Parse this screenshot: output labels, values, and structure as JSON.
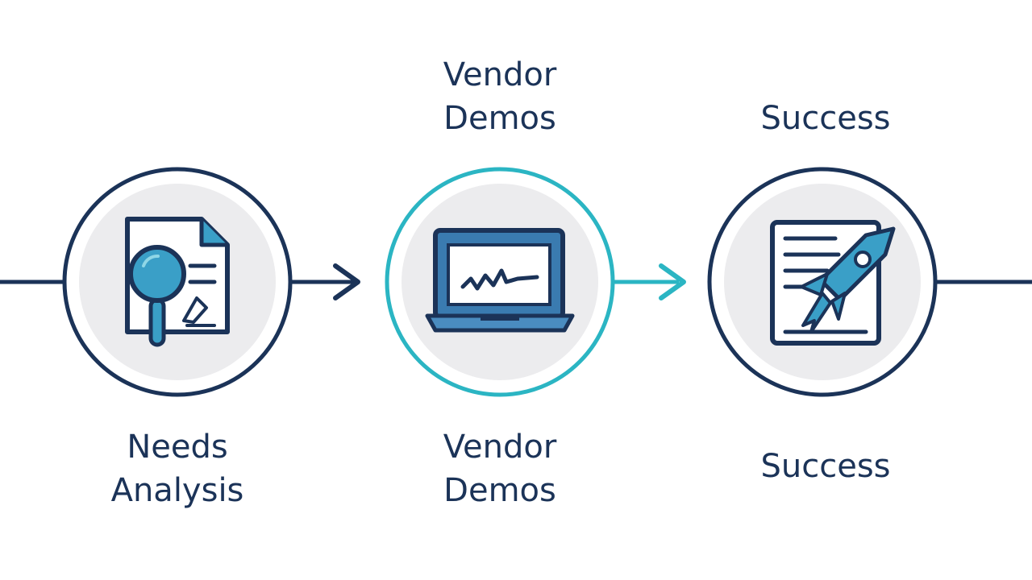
{
  "colors": {
    "navy": "#1b3358",
    "teal": "#2bb5c3",
    "circle_fill": "#ececee",
    "icon_fill": "#3a9fc7",
    "background": "#ffffff"
  },
  "steps": [
    {
      "top_label": [],
      "bottom_label": [
        "Needs",
        "Analysis"
      ],
      "icon": "document-magnifier-icon",
      "highlighted": false
    },
    {
      "top_label": [
        "Vendor",
        "Demos"
      ],
      "bottom_label": [
        "Vendor",
        "Demos"
      ],
      "icon": "laptop-chart-icon",
      "highlighted": true
    },
    {
      "top_label": [
        "Success"
      ],
      "bottom_label": [
        "Success"
      ],
      "icon": "rocket-document-icon",
      "highlighted": false
    }
  ]
}
